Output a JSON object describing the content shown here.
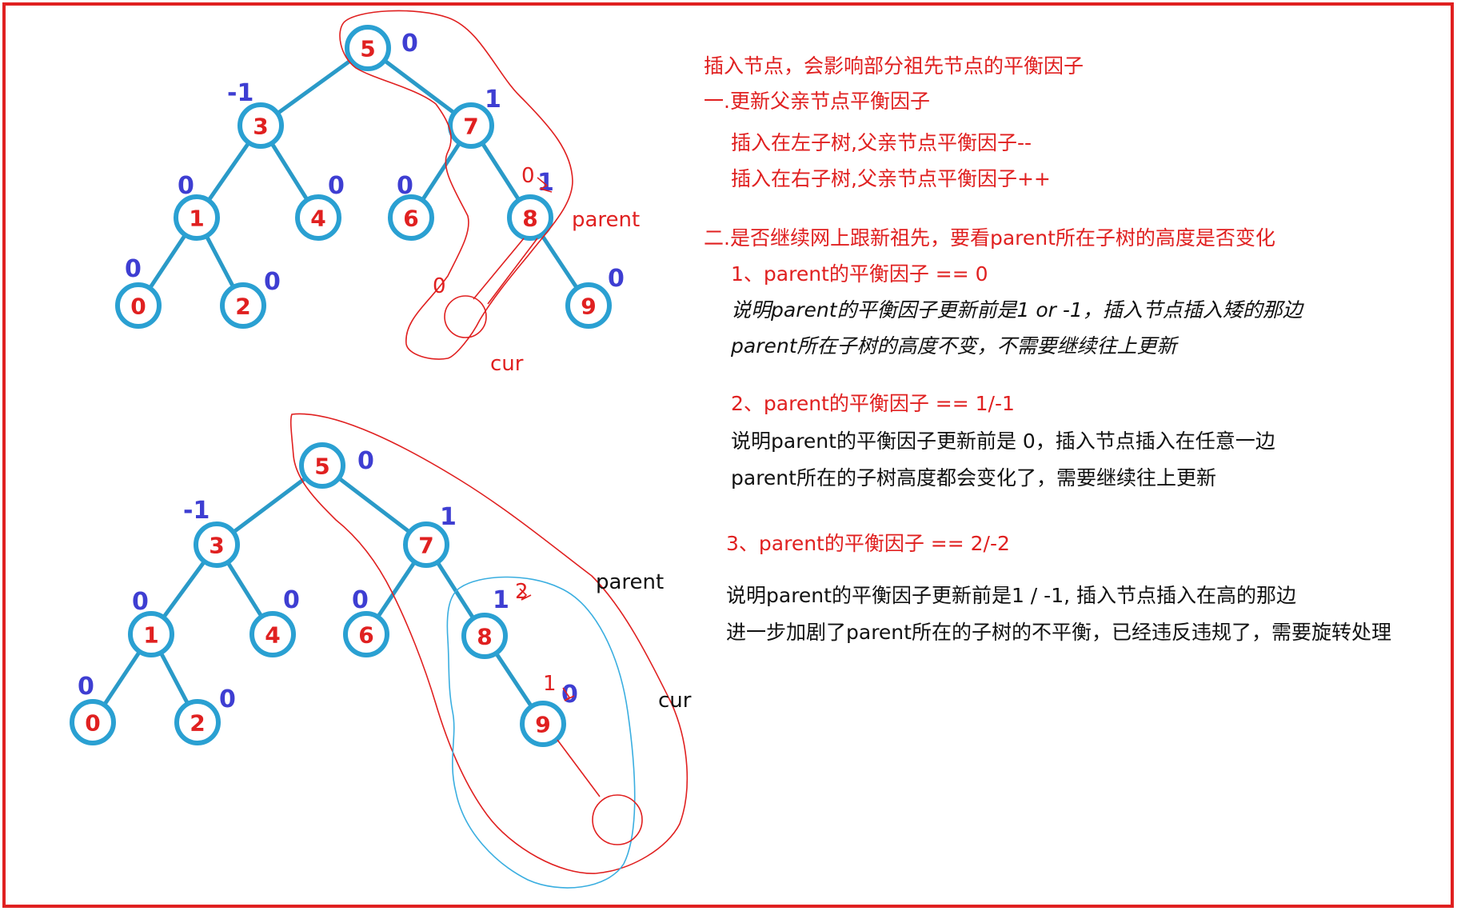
{
  "tree_top": {
    "nodes": [
      {
        "id": "5",
        "label": "5",
        "bf": "0"
      },
      {
        "id": "3",
        "label": "3",
        "bf": "-1"
      },
      {
        "id": "7",
        "label": "7",
        "bf": "1"
      },
      {
        "id": "1",
        "label": "1",
        "bf": "0"
      },
      {
        "id": "4",
        "label": "4",
        "bf": "0"
      },
      {
        "id": "6",
        "label": "6",
        "bf": "0"
      },
      {
        "id": "8",
        "label": "8",
        "bf_old": "0",
        "bf_new": "1"
      },
      {
        "id": "0",
        "label": "0",
        "bf": "0"
      },
      {
        "id": "2",
        "label": "2",
        "bf": "0"
      },
      {
        "id": "9",
        "label": "9",
        "bf": "0"
      }
    ],
    "inserted_bf": "0",
    "parent_label": "parent",
    "cur_label": "cur"
  },
  "tree_bottom": {
    "nodes": [
      {
        "id": "5",
        "label": "5",
        "bf": "0"
      },
      {
        "id": "3",
        "label": "3",
        "bf": "-1"
      },
      {
        "id": "7",
        "label": "7",
        "bf": "1"
      },
      {
        "id": "1",
        "label": "1",
        "bf": "0"
      },
      {
        "id": "4",
        "label": "4",
        "bf": "0"
      },
      {
        "id": "6",
        "label": "6",
        "bf": "0"
      },
      {
        "id": "8",
        "label": "8",
        "bf_old": "1",
        "bf_new": "2"
      },
      {
        "id": "0",
        "label": "0",
        "bf": "0"
      },
      {
        "id": "2",
        "label": "2",
        "bf": "0"
      },
      {
        "id": "9",
        "label": "9",
        "bf_old": "0",
        "bf_new": "1"
      }
    ],
    "parent_label": "parent",
    "cur_label": "cur"
  },
  "notes": {
    "l1": "插入节点，会影响部分祖先节点的平衡因子",
    "l2": "一.更新父亲节点平衡因子",
    "l3": "插入在左子树,父亲节点平衡因子--",
    "l4": "插入在右子树,父亲节点平衡因子++",
    "l5": "二.是否继续网上跟新祖先，要看parent所在子树的高度是否变化",
    "l6": "1、parent的平衡因子 == 0",
    "l7": "说明parent的平衡因子更新前是1 or -1，插入节点插入矮的那边",
    "l8": "parent所在子树的高度不变，不需要继续往上更新",
    "l9": "2、parent的平衡因子 == 1/-1",
    "l10": "说明parent的平衡因子更新前是 0，插入节点插入在任意一边",
    "l11": "parent所在的子树高度都会变化了，需要继续往上更新",
    "l12": "3、parent的平衡因子 == 2/-2",
    "l13": "说明parent的平衡因子更新前是1 / -1, 插入节点插入在高的那边",
    "l14": "进一步加剧了parent所在的子树的不平衡，已经违反违规了，需要旋转处理"
  },
  "colors": {
    "node_ring": "#2aa0d2",
    "node_text": "#e02020",
    "bf_text": "#3e3ed2",
    "note_red": "#e02020",
    "note_black": "#111111",
    "border": "#e02020"
  }
}
